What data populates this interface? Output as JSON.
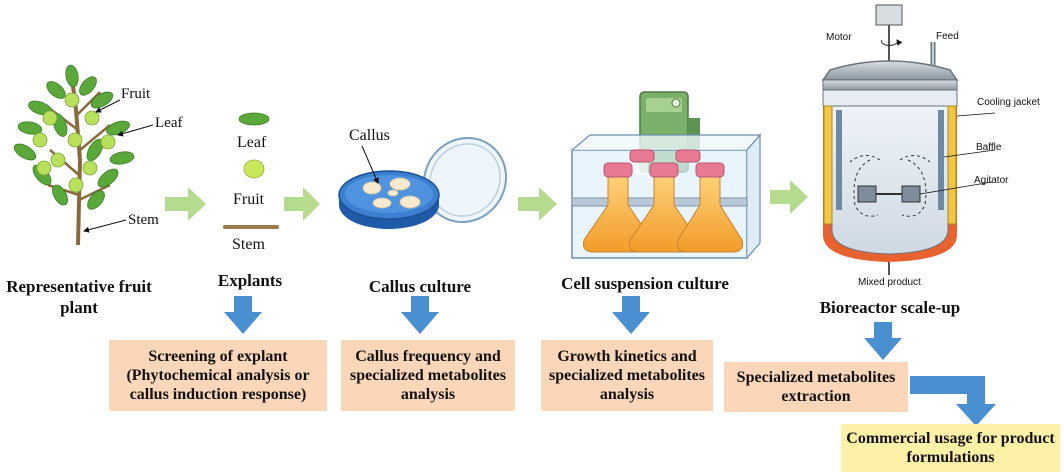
{
  "plant": {
    "title": "Representative fruit plant",
    "labels": {
      "fruit": "Fruit",
      "leaf": "Leaf",
      "stem": "Stem"
    }
  },
  "explants": {
    "title": "Explants",
    "items": [
      "Leaf",
      "Fruit",
      "Stem"
    ]
  },
  "callus": {
    "title": "Callus culture",
    "label": "Callus"
  },
  "suspension": {
    "title": "Cell suspension culture"
  },
  "bioreactor": {
    "title": "Bioreactor scale-up",
    "labels": {
      "motor": "Motor",
      "feed": "Feed",
      "cooling_jacket": "Cooling jacket",
      "baffle": "Baffle",
      "agitator": "Agitator",
      "mixed_product": "Mixed product"
    }
  },
  "boxes": {
    "explant_screening": "Screening of explant (Phytochemical analysis or callus induction response)",
    "callus_analysis": "Callus frequency and specialized metabolites analysis",
    "growth_kinetics": "Growth kinetics and specialized metabolites analysis",
    "extraction": "Specialized metabolites extraction",
    "commercial": "Commercial usage for product formulations"
  },
  "colors": {
    "green_arrow": "#b5dc8e",
    "blue_arrow": "#4a8fd0",
    "orange_box": "#fbd6b8",
    "yellow_box": "#fdf1a8",
    "leaf_green": "#5aa83a",
    "fruit_green": "#b8e05a",
    "petri_blue": "#2f6fc0",
    "flask_orange": "#f5b044",
    "cap_pink": "#e87a93",
    "shaker_green": "#7bb06a",
    "jacket_yellow": "#f4c542",
    "vessel_orange": "#e8622f",
    "steel": "#9aa3ad"
  }
}
